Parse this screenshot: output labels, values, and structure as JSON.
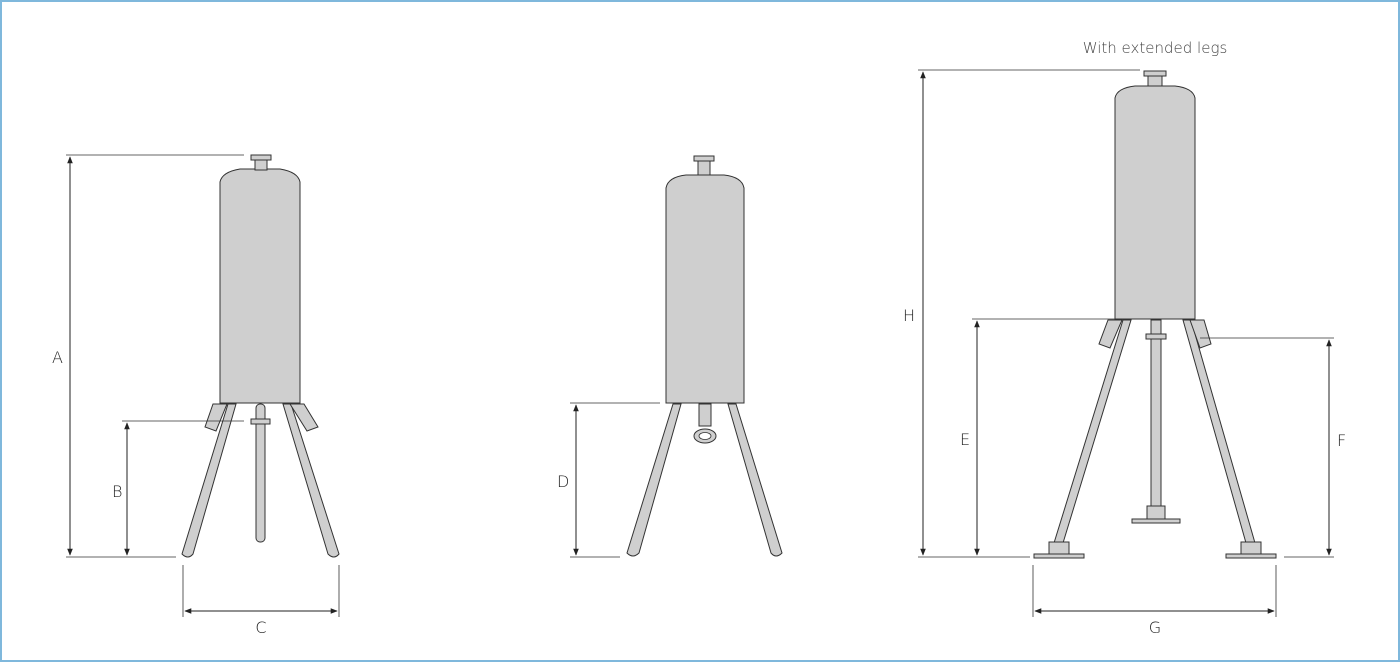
{
  "caption_extended": "With extended legs",
  "dimensions": {
    "A": "A",
    "B": "B",
    "C": "C",
    "D": "D",
    "E": "E",
    "F": "F",
    "G": "G",
    "H": "H"
  },
  "colors": {
    "frame": "#7fb8dc",
    "vessel_fill": "#cfcfcf",
    "outline": "#333333"
  }
}
